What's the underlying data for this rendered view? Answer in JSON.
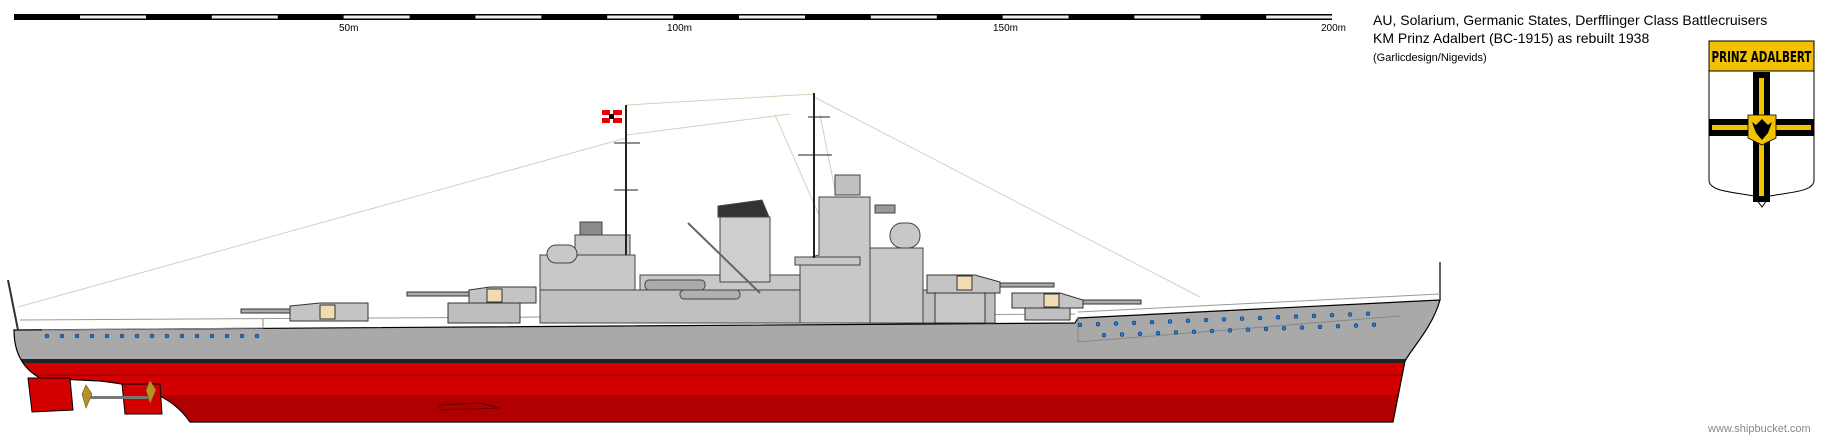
{
  "header": {
    "line1": "AU, Solarium, Germanic States, Derfflinger Class Battlecruisers",
    "line2": "KM Prinz Adalbert (BC-1915) as rebuilt 1938",
    "credit": "(Garlicdesign/Nigevids)"
  },
  "scale_bar": {
    "labels": [
      "50m",
      "100m",
      "150m",
      "200m"
    ]
  },
  "badge": {
    "text": "PRINZ ADALBERT"
  },
  "watermark": "www.shipbucket.com",
  "colors": {
    "hull_gray": "#a9a9a9",
    "superstructure_gray": "#c8c8c8",
    "antifouling_red": "#d20000",
    "badge_yellow": "#f2c200",
    "porthole_blue": "#1e7be0"
  }
}
